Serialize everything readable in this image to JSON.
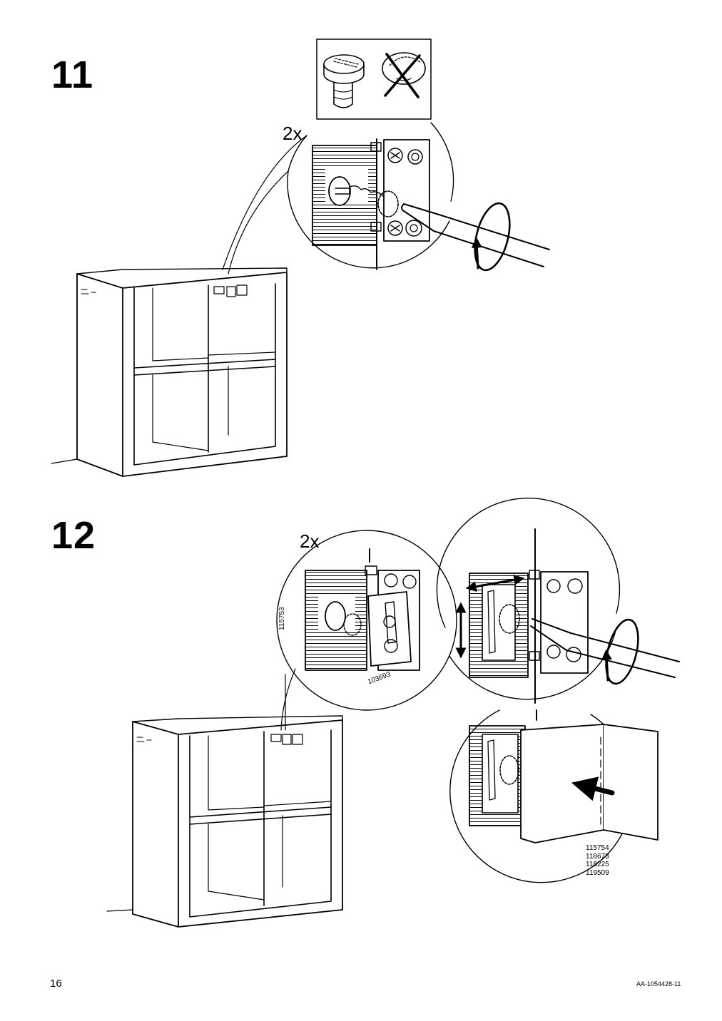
{
  "page": {
    "number": "16",
    "doc_code": "AA-1054428-11"
  },
  "step11": {
    "number": "11",
    "quantity": "2x"
  },
  "step12": {
    "number": "12",
    "quantity": "2x",
    "part_side": "115753",
    "part_plate": "103693",
    "door_parts": [
      "115754",
      "118673",
      "118225",
      "119509"
    ]
  },
  "icons": {
    "correct_screw": "flat-screw-head-icon",
    "wrong_screw": "crossed-out-screw-icon",
    "rotate": "rotate-arrow-icon",
    "adjust": "adjust-arrows-icon",
    "insert": "insert-arrow-icon"
  }
}
